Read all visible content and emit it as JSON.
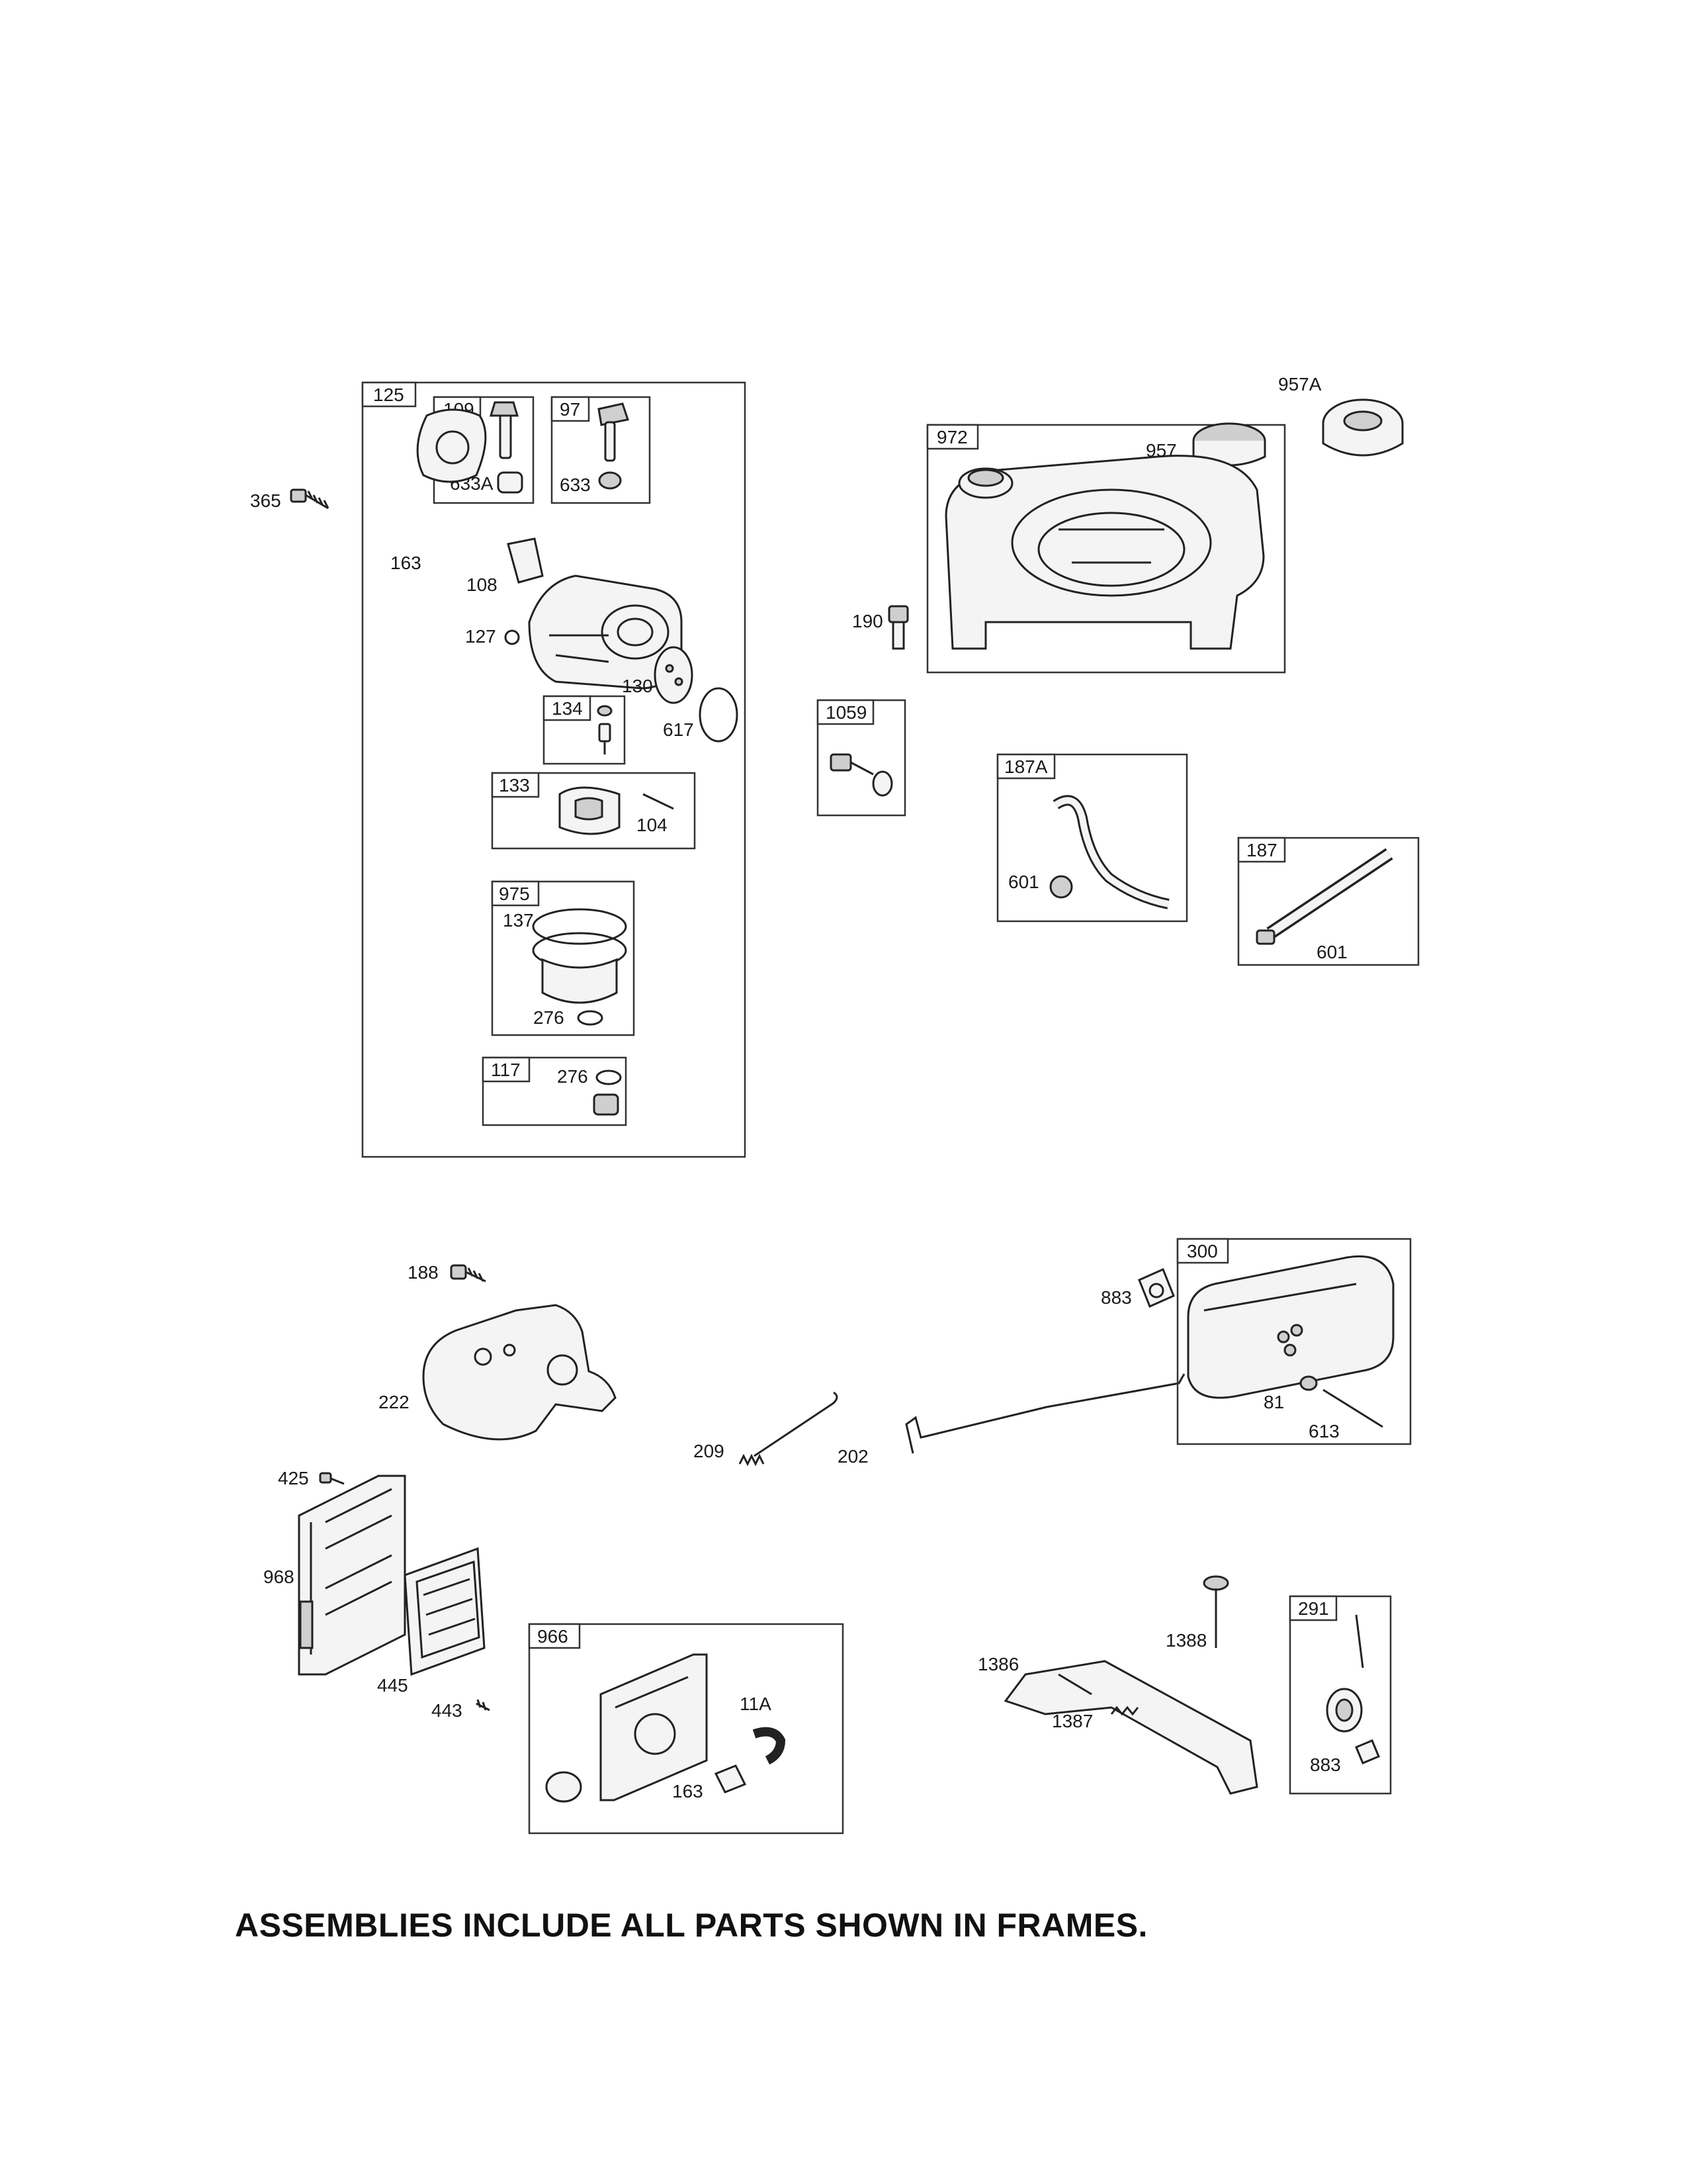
{
  "labels": {
    "f125": "125",
    "f109": "109",
    "f97": "97",
    "l633A": "633A",
    "l633": "633",
    "l365": "365",
    "l163a": "163",
    "l108": "108",
    "l127": "127",
    "l130": "130",
    "f134": "134",
    "l617": "617",
    "f133": "133",
    "l104": "104",
    "f975": "975",
    "l137": "137",
    "l276a": "276",
    "f117": "117",
    "l276b": "276",
    "l957A": "957A",
    "f972": "972",
    "l957": "957",
    "l190": "190",
    "f1059": "1059",
    "f187A": "187A",
    "l601a": "601",
    "f187": "187",
    "l601b": "601",
    "l188": "188",
    "l222": "222",
    "l209": "209",
    "l202": "202",
    "l883a": "883",
    "f300": "300",
    "l81": "81",
    "l613": "613",
    "l425": "425",
    "l968": "968",
    "l445": "445",
    "l443": "443",
    "f966": "966",
    "l11A": "11A",
    "l163b": "163",
    "l1388": "1388",
    "l1386": "1386",
    "l1387": "1387",
    "f291": "291",
    "l883b": "883"
  },
  "footer": "ASSEMBLIES INCLUDE ALL PARTS SHOWN IN FRAMES."
}
